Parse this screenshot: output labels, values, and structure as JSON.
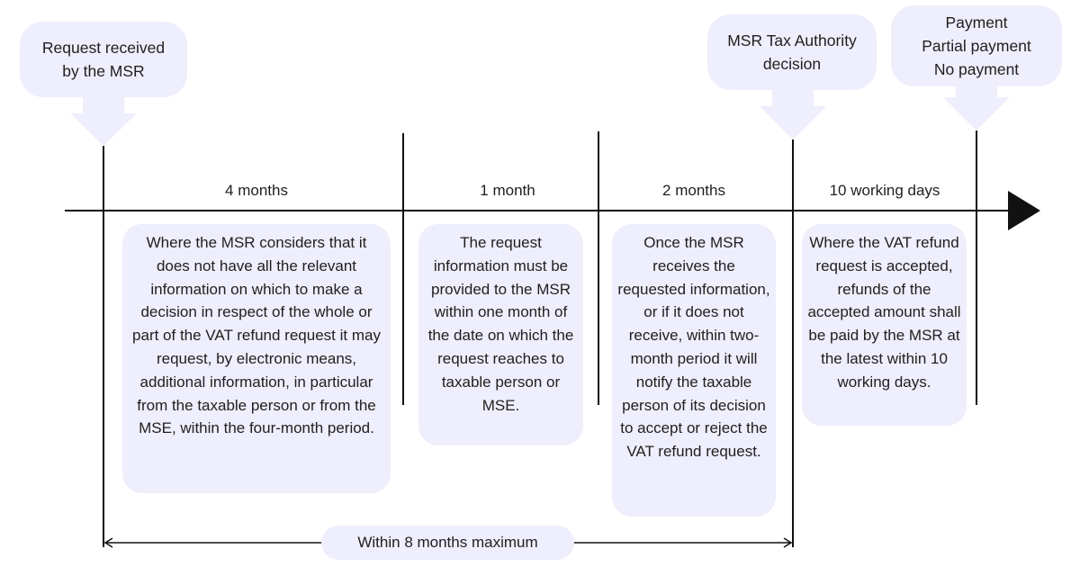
{
  "milestones": {
    "received": "Request received\nby the MSR",
    "decision": "MSR Tax Authority\ndecision",
    "payment": "Payment\nPartial payment\nNo payment"
  },
  "periods": [
    {
      "duration": "4 months",
      "description": "Where the MSR considers that it does not have all the relevant information on which to make a decision in respect of the whole or part of the VAT refund request it may request, by electronic means, additional information, in particular from the taxable person or from the MSE, within the four-month period."
    },
    {
      "duration": "1 month",
      "description": "The request information must be provided to the MSR within one month of the date on which the request reaches to taxable person or MSE."
    },
    {
      "duration": "2 months",
      "description": "Once the MSR receives the requested information, or if it does not receive, within two-month period it will notify the taxable person of its decision to accept or reject the VAT refund request."
    },
    {
      "duration": "10 working days",
      "description": "Where the VAT refund request is accepted, refunds of the accepted amount shall be paid by the MSR at the latest within 10 working days."
    }
  ],
  "total": "Within 8 months maximum",
  "colors": {
    "bubble_fill": "#eeeefc",
    "line": "#111111"
  }
}
